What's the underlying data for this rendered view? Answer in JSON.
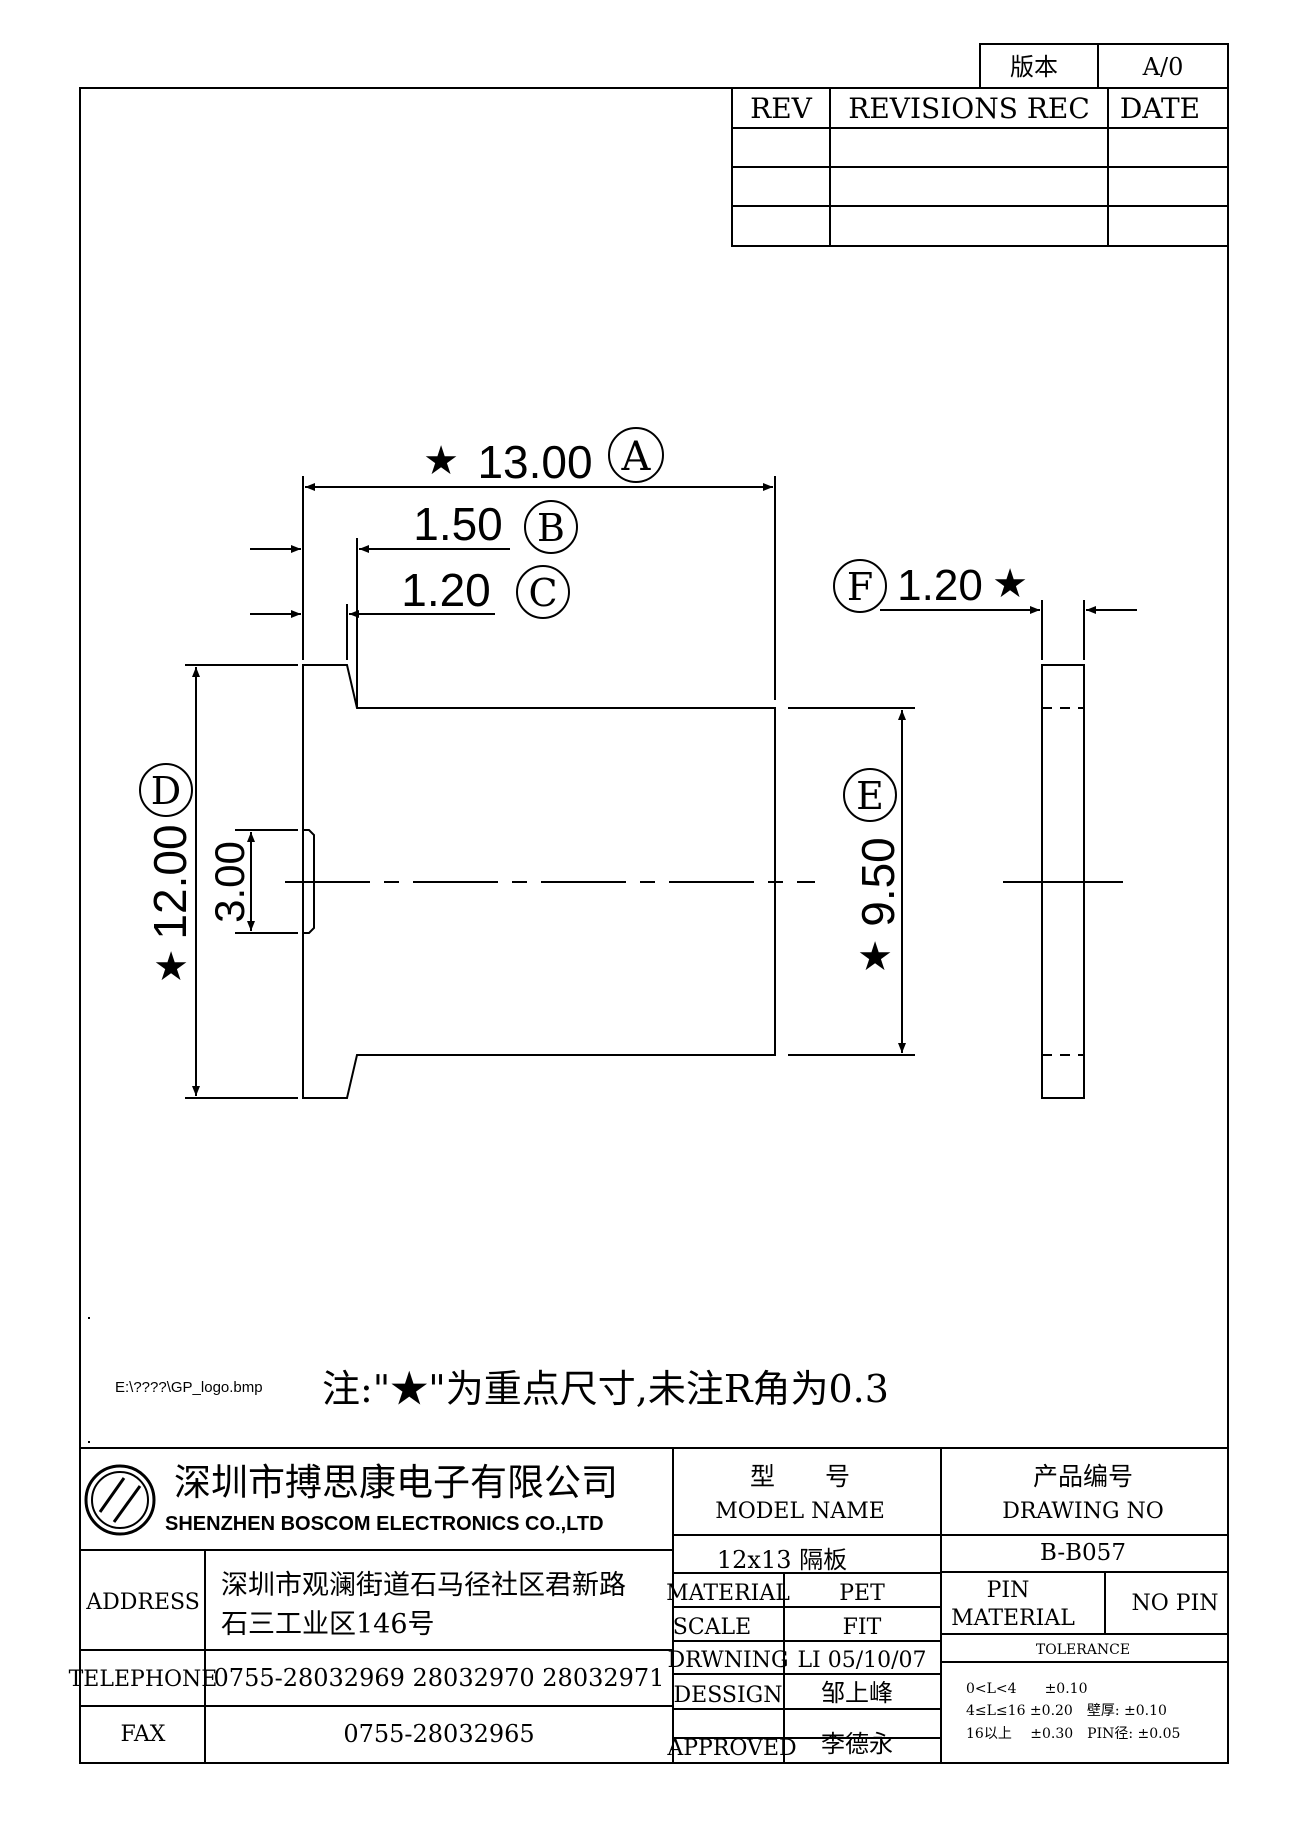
{
  "revision": {
    "label": "版本",
    "value": "A/0"
  },
  "rev_table": {
    "headers": [
      "REV",
      "REVISIONS REC",
      "DATE"
    ],
    "rows": [
      [
        "",
        "",
        ""
      ],
      [
        "",
        "",
        ""
      ],
      [
        "",
        "",
        ""
      ]
    ]
  },
  "dimensions": {
    "A": {
      "letter": "A",
      "value": "13.00"
    },
    "B": {
      "letter": "B",
      "value": "1.50"
    },
    "C": {
      "letter": "C",
      "value": "1.20"
    },
    "D": {
      "letter": "D",
      "value": "12.00"
    },
    "E": {
      "letter": "E",
      "value": "9.50"
    },
    "F": {
      "letter": "F",
      "value": "1.20"
    },
    "slot": {
      "value": "3.00"
    }
  },
  "key_mark": "★",
  "logo_path": "E:\\????\\GP_logo.bmp",
  "note": "注:\"★\"为重点尺寸,未注R角为0.3",
  "company": {
    "name_cn": "深圳市搏思康电子有限公司",
    "name_en": "SHENZHEN BOSCOM ELECTRONICS CO.,LTD"
  },
  "address": {
    "label": "ADDRESS",
    "line1": "深圳市观澜街道石马径社区君新路",
    "line2": "石三工业区146号"
  },
  "telephone": {
    "label": "TELEPHONE",
    "value": "0755-28032969 28032970 28032971"
  },
  "fax": {
    "label": "FAX",
    "value": "0755-28032965"
  },
  "model": {
    "label_cn": "型　　号",
    "label_en": "MODEL NAME",
    "value": "12x13 隔板"
  },
  "drawing_no": {
    "label_cn": "产品编号",
    "label_en": "DRAWING NO",
    "value": "B-B057"
  },
  "material": {
    "label": "MATERIAL",
    "value": "PET"
  },
  "scale": {
    "label": "SCALE",
    "value": "FIT"
  },
  "drawn": {
    "label": "DRWNING",
    "value": "LI 05/10/07"
  },
  "design": {
    "label": "DESSIGN",
    "value": "邹上峰"
  },
  "approved": {
    "label": "APPROVED",
    "value": "李德永"
  },
  "pin_material": {
    "label1": "PIN",
    "label2": "MATERIAL",
    "value": "NO PIN"
  },
  "tolerance": {
    "title": "TOLERANCE",
    "row1": "0<L<4　　±0.10",
    "row2": "4≤L≤16 ±0.20　壁厚: ±0.10",
    "row3": "16以上　 ±0.30　PIN径: ±0.05"
  }
}
